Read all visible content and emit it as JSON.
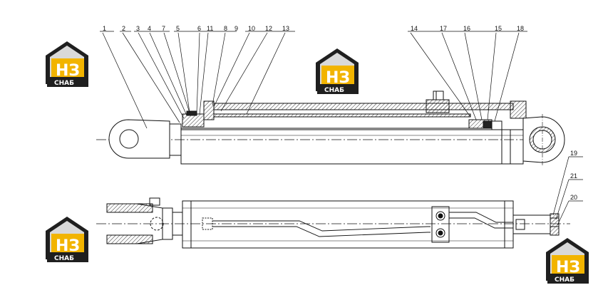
{
  "callouts": [
    "1",
    "2",
    "3",
    "4",
    "7",
    "5",
    "6",
    "11",
    "8",
    "9",
    "10",
    "12",
    "13",
    "14",
    "17",
    "16",
    "15",
    "18",
    "19",
    "21",
    "20"
  ],
  "logo": {
    "mark": "НЗ",
    "caption": "СНАБ",
    "colors": {
      "dark": "#1f1f1f",
      "accent": "#f2b400",
      "light": "#d9d9d9"
    }
  },
  "colors": {
    "line": "#111111",
    "hatch": "#333333"
  }
}
